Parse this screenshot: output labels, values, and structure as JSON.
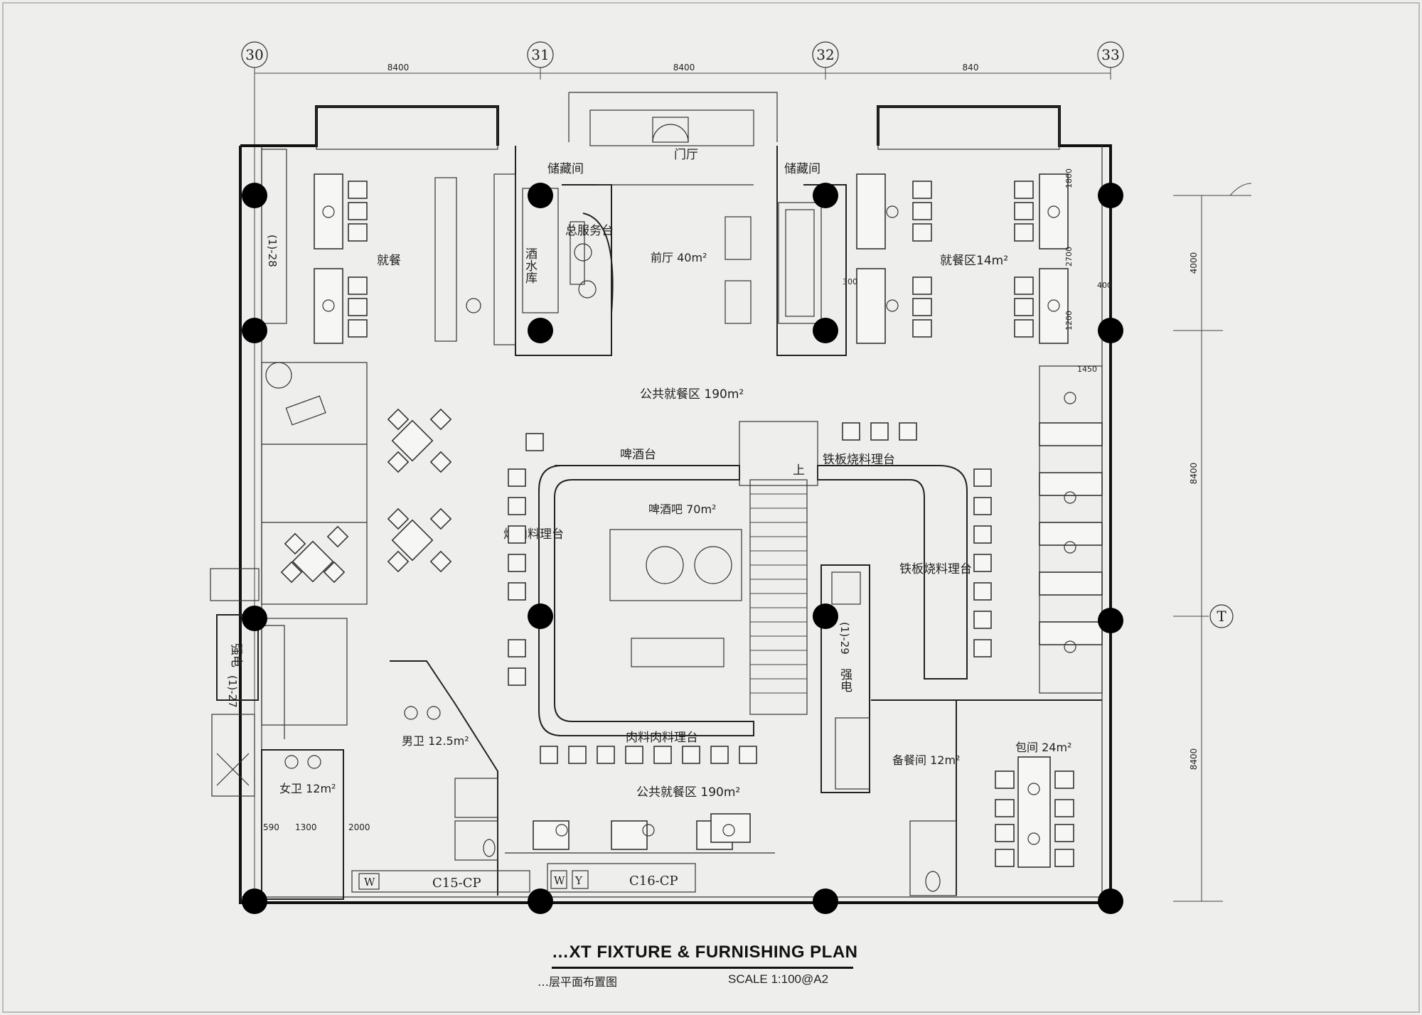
{
  "grid_axes": [
    "30",
    "31",
    "32",
    "33",
    "T"
  ],
  "dimensions": {
    "top": [
      "8400",
      "8400",
      "840"
    ],
    "right": [
      "4000",
      "8400",
      "8400"
    ],
    "bottom_left": [
      "590",
      "1300",
      "2000"
    ],
    "misc": [
      "300",
      "400",
      "1450",
      "1800",
      "2700",
      "1200"
    ]
  },
  "rooms": {
    "storage_left": "储藏间",
    "lobby": "门厅",
    "storage_right": "储藏间",
    "wine_store": "酒水库",
    "main_service": "总服务台",
    "front_hall": "前厅 40m²",
    "dining_left": "就餐",
    "dining_right": "就餐区14m²",
    "public_dining_top": "公共就餐区 190m²",
    "beer_counter": "啤酒台",
    "beer_bar": "啤酒吧 70m²",
    "bbq_counter": "烤肉料理台",
    "teppan_counter_top": "铁板烧料理台",
    "teppan_counter_right": "铁板烧料理台",
    "meat_counter": "肉料肉料理台",
    "public_dining_bottom": "公共就餐区 190m²",
    "male_wc": "男卫 12.5m²",
    "female_wc": "女卫 12m²",
    "pantry": "备餐间 12m²",
    "private_room": "包间 24m²",
    "stair_up": "上",
    "elec_left": "强电",
    "elec_right": "强电",
    "shaft_left_tag": "(1)-27",
    "shaft_right_tag": "(1)-29",
    "shaft_top_tag": "(1)-28",
    "curtain_a": "C15-CP",
    "curtain_b": "C16-CP",
    "w1": "W",
    "w2": "W",
    "y1": "Y"
  },
  "title_block": {
    "title": "…XT FIXTURE & FURNISHING PLAN",
    "subtitle_cn": "…层平面布置图",
    "scale": "SCALE  1:100@A2"
  }
}
